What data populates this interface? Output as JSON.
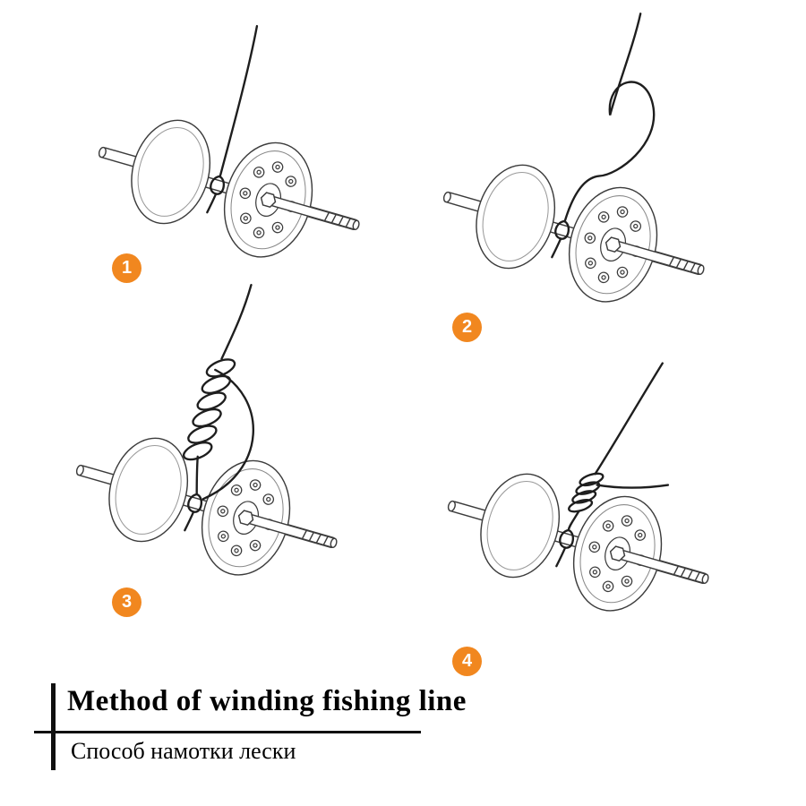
{
  "palette": {
    "badge_orange": "#f1871f",
    "line_dark": "#1e1e1e",
    "art_gray": "#3c3c3c",
    "background": "#ffffff"
  },
  "steps": [
    {
      "number": "1"
    },
    {
      "number": "2"
    },
    {
      "number": "3"
    },
    {
      "number": "4"
    }
  ],
  "footer": {
    "title": "Method of winding fishing line",
    "subtitle": "Способ намотки лески"
  }
}
